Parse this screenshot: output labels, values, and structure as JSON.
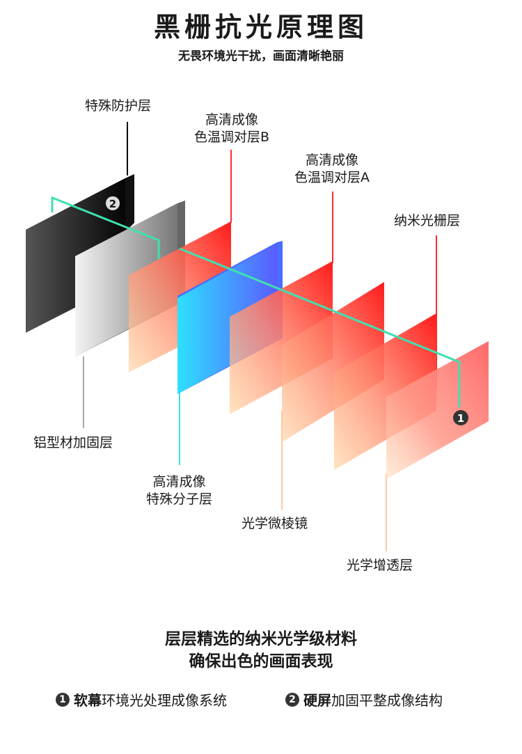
{
  "title": "黑栅抗光原理图",
  "subtitle": "无畏环境光干扰，画面清晰艳丽",
  "labels": {
    "special_protect": "特殊防护层",
    "color_temp_b_1": "高清成像",
    "color_temp_b_2": "色温调对层B",
    "color_temp_a_1": "高清成像",
    "color_temp_a_2": "色温调对层A",
    "nano_grating": "纳米光栅层",
    "aluminum": "铝型材加固层",
    "molecule_1": "高清成像",
    "molecule_2": "特殊分子层",
    "micro_prism": "光学微棱镜",
    "antireflect": "光学增透层"
  },
  "badges": {
    "one": "1",
    "two": "2"
  },
  "bottom": {
    "line1": "层层精选的纳米光学级材料",
    "line2": "确保出色的画面表现"
  },
  "legend": [
    {
      "num": "1",
      "bold": "软幕",
      "rest": "环境光处理成像系统"
    },
    {
      "num": "2",
      "bold": "硬屏",
      "rest": "加固平整成像结构"
    }
  ],
  "colors": {
    "teal": "#3fe0b0",
    "red": "#ff2a2a",
    "blue": "#3a7bff",
    "cyan": "#36e0f0"
  }
}
